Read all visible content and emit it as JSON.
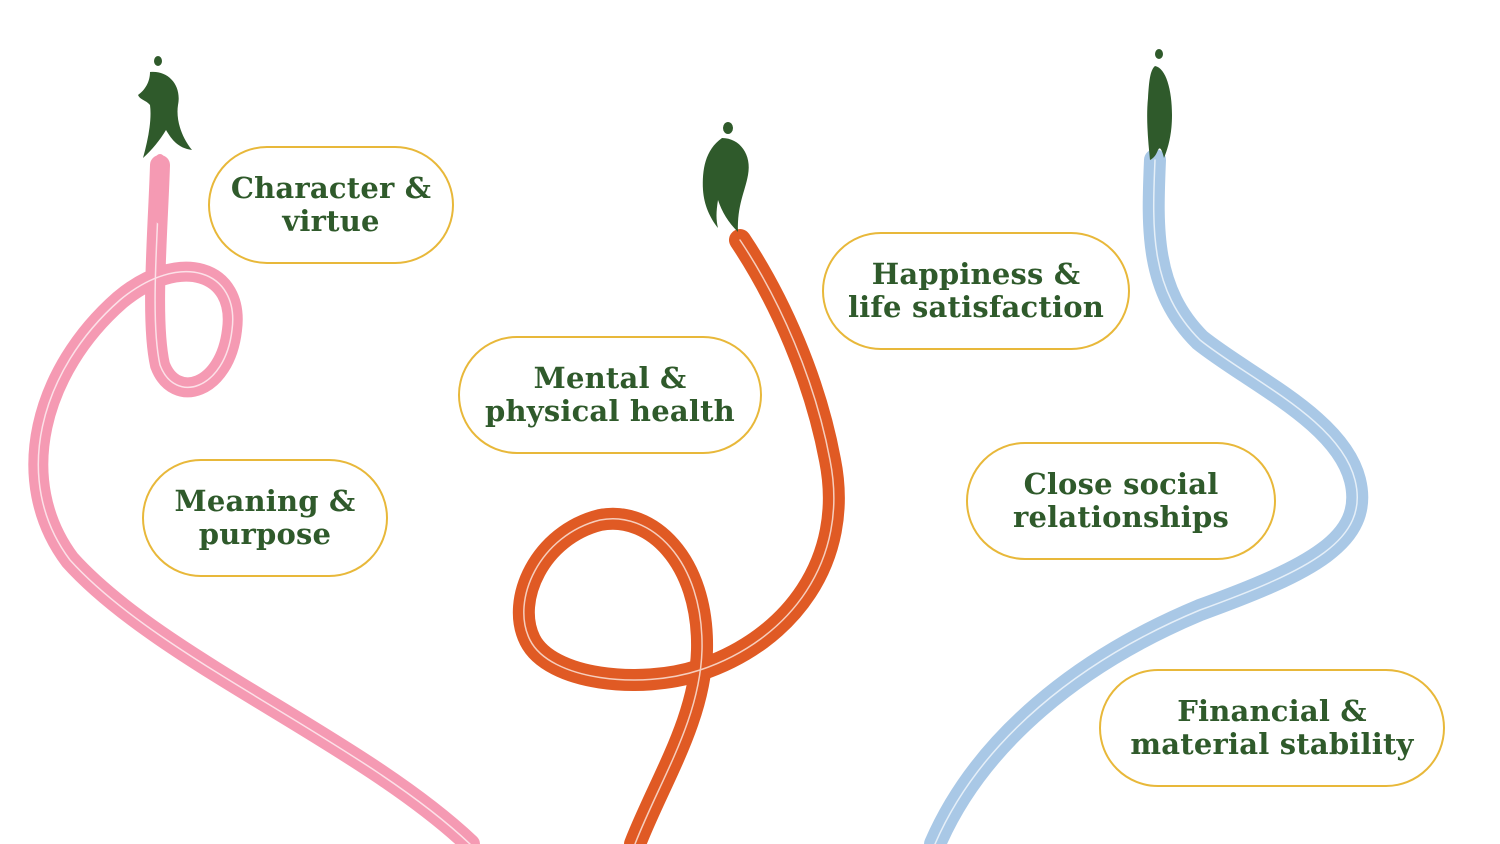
{
  "domains": [
    {
      "id": "character",
      "lines": [
        "Character &",
        "virtue"
      ]
    },
    {
      "id": "meaning",
      "lines": [
        "Meaning &",
        "purpose"
      ]
    },
    {
      "id": "health",
      "lines": [
        "Mental &",
        "physical health"
      ]
    },
    {
      "id": "happiness",
      "lines": [
        "Happiness &",
        "life satisfaction"
      ]
    },
    {
      "id": "social",
      "lines": [
        "Close social",
        "relationships"
      ]
    },
    {
      "id": "financial",
      "lines": [
        "Financial &",
        "material stability"
      ]
    }
  ],
  "colors": {
    "pink_path": "#f59ab3",
    "orange_path": "#e05a24",
    "blue_path": "#a9c8e6",
    "figure": "#2f5a2b",
    "pill_border": "#e8b83a",
    "text": "#2f5a2b"
  },
  "icons": [
    "person-figure-icon",
    "person-figure-icon",
    "person-figure-icon"
  ]
}
